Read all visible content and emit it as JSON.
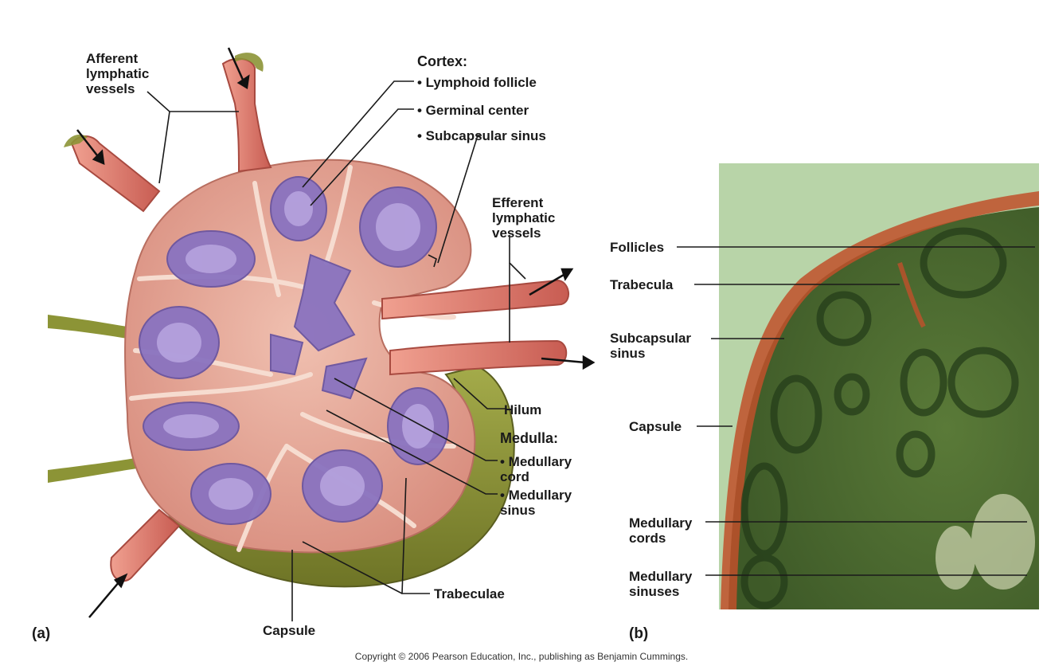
{
  "panel_a": {
    "panel_label": "(a)",
    "labels": {
      "afferent": "Afferent\nlymphatic\nvessels",
      "cortex_heading": "Cortex:",
      "lymphoid_follicle": "• Lymphoid follicle",
      "germinal_center": "• Germinal center",
      "subcapsular_sinus": "• Subcapsular sinus",
      "efferent": "Efferent\nlymphatic\nvessels",
      "hilum": "Hilum",
      "medulla_heading": "Medulla:",
      "medullary_cord": "• Medullary\n   cord",
      "medullary_sinus": "• Medullary\n   sinus",
      "trabeculae": "Trabeculae",
      "capsule": "Capsule"
    }
  },
  "panel_b": {
    "panel_label": "(b)",
    "labels": {
      "follicles": "Follicles",
      "trabecula": "Trabecula",
      "subcapsular_sinus": "Subcapsular\nsinus",
      "capsule": "Capsule",
      "medullary_cords": "Medullary\ncords",
      "medullary_sinuses": "Medullary\nsinuses"
    }
  },
  "copyright": "Copyright © 2006 Pearson Education, Inc., publishing as Benjamin Cummings.",
  "colors": {
    "capsule_olive": "#8c9436",
    "tissue_pink": "#e8aa98",
    "follicle_purple": "#8a73c0",
    "vessel_salmon": "#e07d70",
    "micrograph_bg": "#b8d4a8",
    "micrograph_tissue": "#4d6a30",
    "micrograph_capsule": "#c0502a"
  }
}
